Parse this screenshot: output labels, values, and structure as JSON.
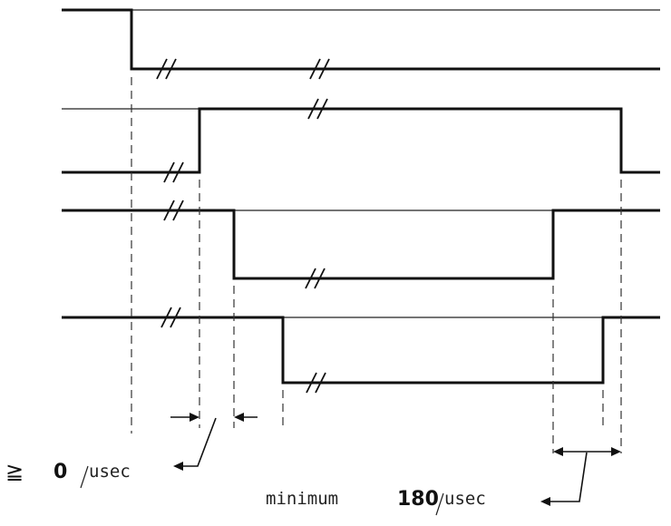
{
  "annotations": {
    "min_delay_symbol": "≧",
    "min_delay_value": "0",
    "min_delay_unit": "usec",
    "min_width_prefix": "minimum",
    "min_width_value": "180",
    "min_width_unit": "usec"
  }
}
